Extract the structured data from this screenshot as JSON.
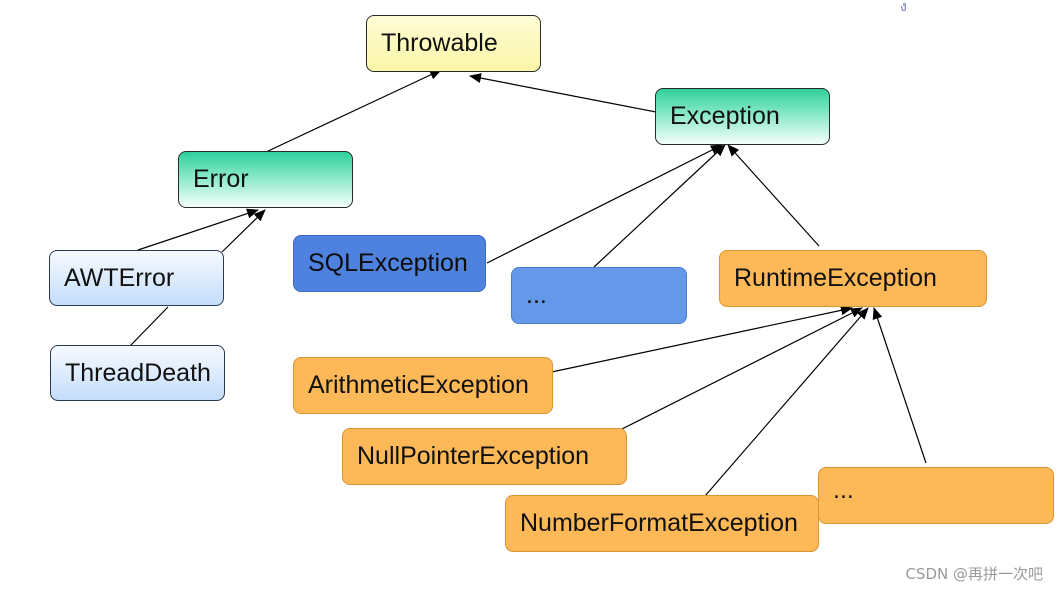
{
  "nodes": {
    "throwable": "Throwable",
    "exception": "Exception",
    "error": "Error",
    "awterror": "AWTError",
    "threaddeath": "ThreadDeath",
    "sqlexception": "SQLException",
    "checked_more": "...",
    "runtimeexception": "RuntimeException",
    "arithmeticexception": "ArithmeticException",
    "nullpointerexception": "NullPointerException",
    "numberformatexception": "NumberFormatException",
    "runtime_more": "..."
  },
  "watermark": "CSDN @再拼一次吧",
  "top_glyph": "ง"
}
